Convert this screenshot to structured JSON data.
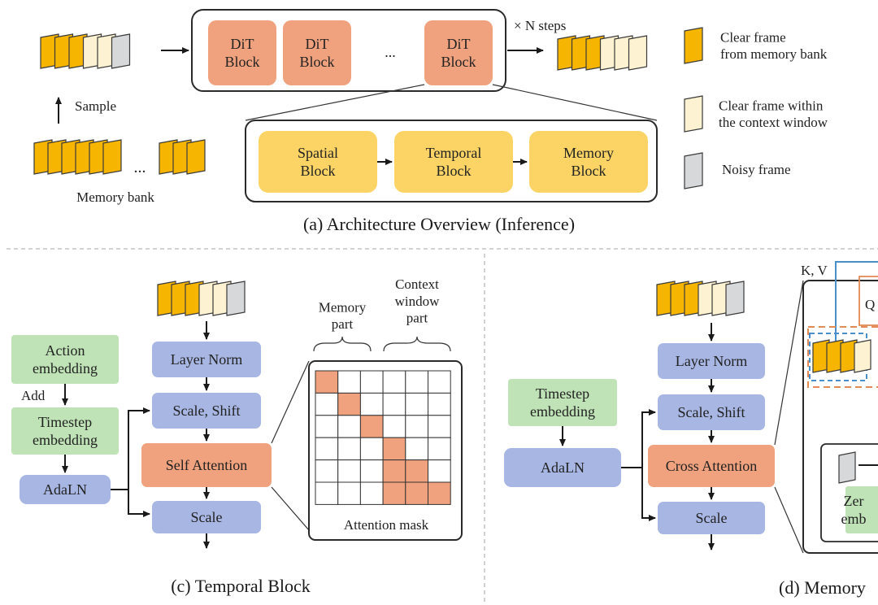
{
  "colors": {
    "dit": "#f0a27e",
    "inner": "#fcd466",
    "blue": "#a7b6e2",
    "green": "#bfe3b6",
    "orange": "#f0a27e",
    "frame_yellow": "#f6b500",
    "frame_cream": "#fdf3d2",
    "frame_gray": "#d6d8da",
    "kv_blue": "#4a8ecb",
    "q_orange": "#e48a55"
  },
  "overview": {
    "dit_block": "DiT\nBlock",
    "ellipsis": "...",
    "n_steps": "× N steps",
    "sample": "Sample",
    "memory_bank": "Memory bank",
    "bank_ellipsis": "...",
    "spatial": "Spatial\nBlock",
    "temporal": "Temporal\nBlock",
    "memory": "Memory\nBlock",
    "caption": "(a) Architecture Overview (Inference)"
  },
  "legend": {
    "clear_memory": "Clear frame\nfrom memory bank",
    "clear_context": "Clear frame within\nthe context window",
    "noisy": "Noisy frame"
  },
  "temporal_block": {
    "action_embedding": "Action\nembedding",
    "add": "Add",
    "timestep_embedding": "Timestep\nembedding",
    "adaln": "AdaLN",
    "layer_norm": "Layer Norm",
    "scale_shift": "Scale, Shift",
    "self_attention": "Self Attention",
    "scale": "Scale",
    "memory_part": "Memory\npart",
    "context_part": "Context\nwindow\npart",
    "attention_mask": "Attention mask",
    "caption": "(c) Temporal Block"
  },
  "memory_block": {
    "timestep_embedding": "Timestep\nembedding",
    "adaln": "AdaLN",
    "layer_norm": "Layer Norm",
    "scale_shift": "Scale, Shift",
    "cross_attention": "Cross Attention",
    "scale": "Scale",
    "kv": "K, V",
    "q": "Q",
    "zero_embedding": "Zer\nemb",
    "caption": "(d) Memory"
  },
  "attention_mask_grid": {
    "rows": 6,
    "cols": 6,
    "filled": [
      [
        0,
        0
      ],
      [
        1,
        1
      ],
      [
        2,
        2
      ],
      [
        3,
        3
      ],
      [
        4,
        3
      ],
      [
        4,
        4
      ],
      [
        5,
        3
      ],
      [
        5,
        4
      ],
      [
        5,
        5
      ]
    ]
  }
}
